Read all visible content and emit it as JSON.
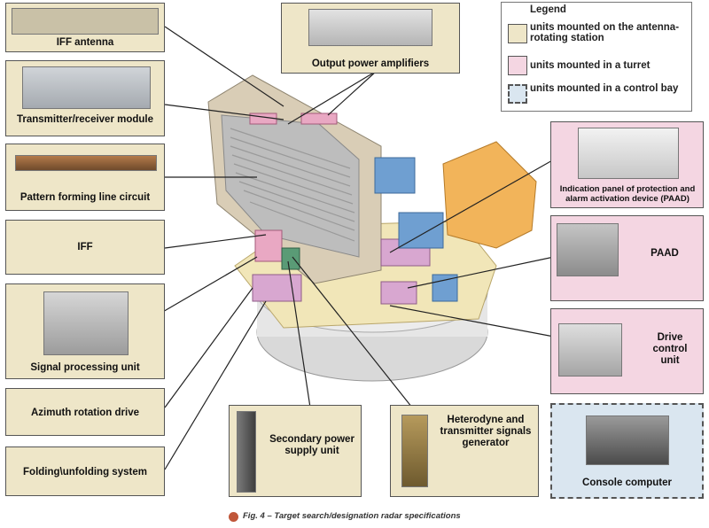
{
  "legend": {
    "title": "Legend",
    "items": [
      {
        "label": "units mounted on the antenna-rotating station",
        "color": "#eee6c8"
      },
      {
        "label": "units mounted in a turret",
        "color": "#f4d6e2"
      },
      {
        "label": "units mounted in a control bay",
        "color": "#dae6f0"
      }
    ]
  },
  "labels": {
    "iff_antenna": "IFF antenna",
    "transmitter_receiver": "Transmitter/receiver module",
    "pattern_forming": "Pattern forming line circuit",
    "iff": "IFF",
    "signal_processing": "Signal processing unit",
    "azimuth_drive": "Azimuth rotation drive",
    "folding": "Folding\\unfolding system",
    "secondary_power": "Secondary power supply unit",
    "heterodyne": "Heterodyne and transmitter signals generator",
    "output_amplifiers": "Output power amplifiers",
    "indication_panel": "Indication panel of protection and alarm activation device (PAAD)",
    "paad": "PAAD",
    "drive_control": "Drive control unit",
    "console_computer": "Console computer"
  },
  "caption": "Fig. 4 – Target search/designation radar specifications"
}
